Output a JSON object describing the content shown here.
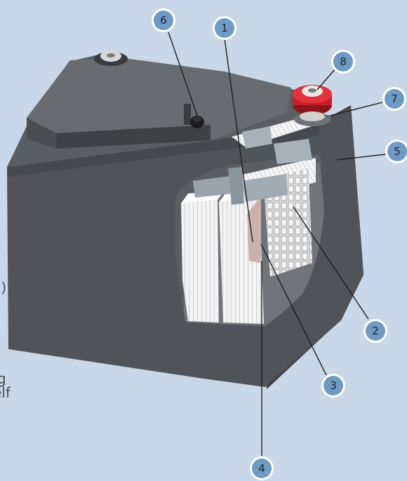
{
  "callouts": [
    "1",
    "2",
    "3",
    "4",
    "5",
    "6",
    "7",
    "8"
  ],
  "side_text": {
    "fragment_1": "l)",
    "fragment_2": "g",
    "fragment_3": "elf"
  },
  "colors": {
    "background": "#c9d8e8",
    "casing": "#4f5256",
    "casing_dark": "#3c3e41",
    "plate": "#f2f2f2",
    "separator": "#c7b3ad",
    "positive_terminal": "#c8202a",
    "callout_fill": "#6e9ac4",
    "callout_ring": "#ffffff",
    "leader_line": "#1e1e1e"
  }
}
